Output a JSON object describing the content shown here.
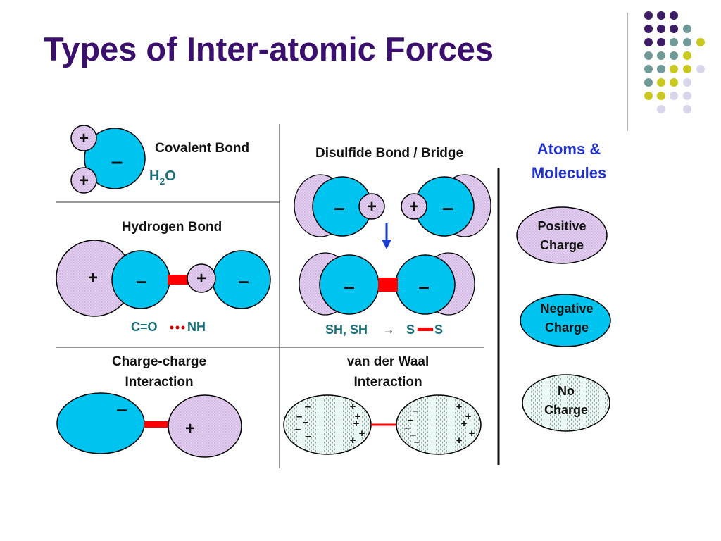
{
  "slide": {
    "title": "Types of Inter-atomic Forces"
  },
  "colors": {
    "title": "#3a0f6e",
    "cyan": "#00c4f0",
    "lavender": "#e3cdf0",
    "bond": "#ff0000",
    "teal_text": "#1a6e7a",
    "dark_text": "#111111",
    "legend_heading": "#2233cc",
    "arrow": "#1a3fcc",
    "dot_purple": "#3c1c64",
    "dot_teal": "#6f9a98",
    "dot_yellow": "#c8c81e",
    "dot_lavender": "#d8d6ea"
  },
  "panels": {
    "covalent": {
      "title": "Covalent Bond",
      "formula_main": "H",
      "formula_sub": "2",
      "formula_end": "O",
      "plus": "+",
      "minus": "–"
    },
    "hydrogen": {
      "title": "Hydrogen Bond",
      "formula_left": "C=O",
      "formula_right": "NH",
      "plus": "+",
      "minus": "–"
    },
    "charge": {
      "title_line1": "Charge-charge",
      "title_line2": "Interaction",
      "plus": "+",
      "minus": "–"
    },
    "disulfide": {
      "title": "Disulfide Bond / Bridge",
      "formula_a": "SH, SH",
      "arrow_sym": "→",
      "formula_s1": "S",
      "formula_s2": "S",
      "plus": "+",
      "minus": "–"
    },
    "vdw": {
      "title_line1": "van der Waal",
      "title_line2": "Interaction",
      "plus": "+",
      "minus": "–"
    }
  },
  "legend": {
    "heading_line1": "Atoms &",
    "heading_line2": "Molecules",
    "positive_line1": "Positive",
    "positive_line2": "Charge",
    "negative_line1": "Negative",
    "negative_line2": "Charge",
    "none_line1": "No",
    "none_line2": "Charge"
  }
}
